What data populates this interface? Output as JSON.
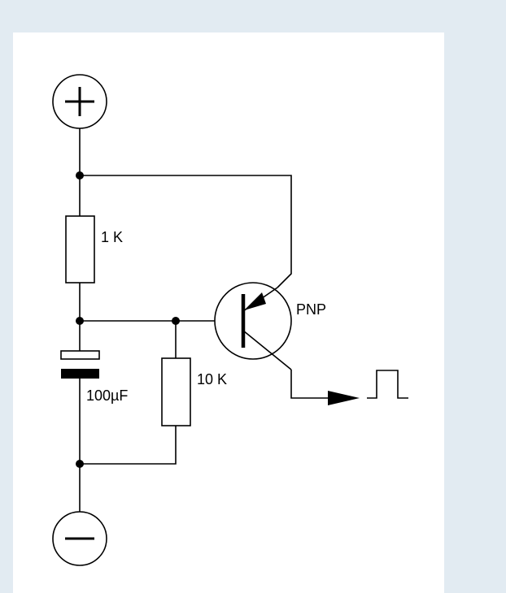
{
  "labels": {
    "r1": "1 K",
    "r2": "10 K",
    "cap": "100µF",
    "transistor": "PNP"
  },
  "symbols": {
    "positive_terminal": "+",
    "negative_terminal": "−",
    "output": "square-pulse"
  }
}
